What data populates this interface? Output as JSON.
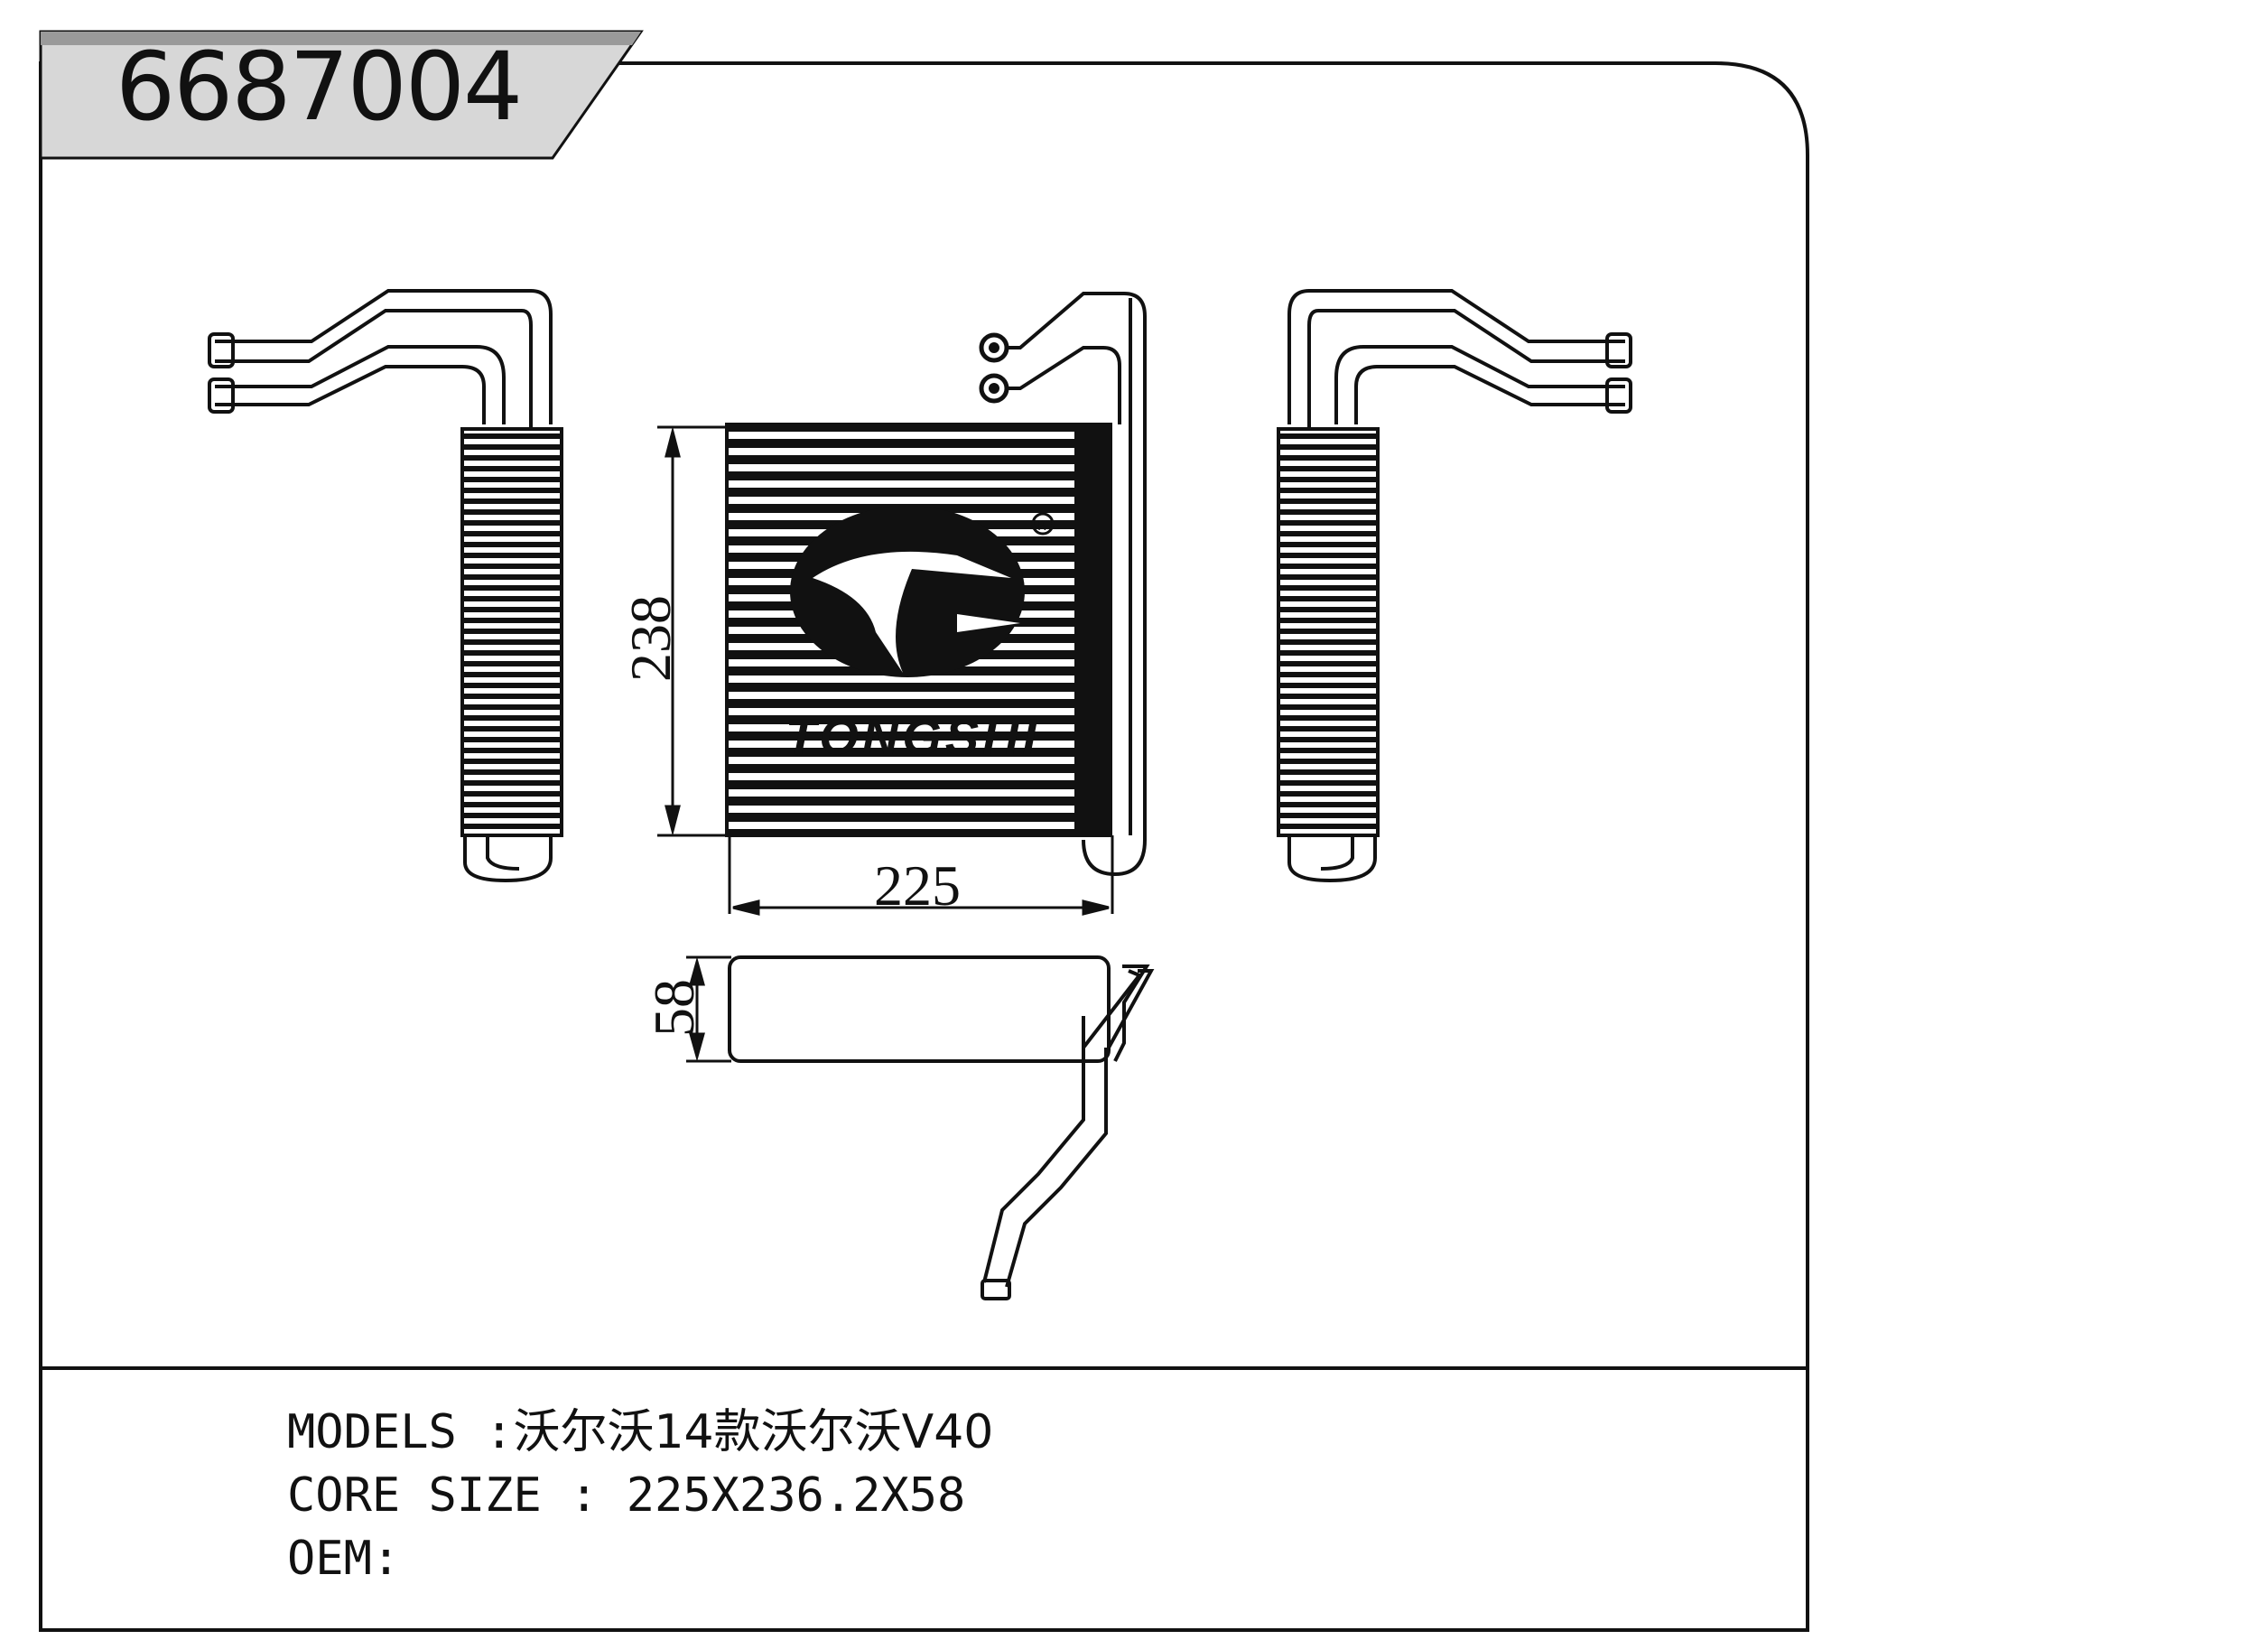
{
  "header": {
    "part_number": "6687004"
  },
  "dimensions": {
    "width": "225",
    "height": "238",
    "depth": "58"
  },
  "logo": {
    "brand_text": "TONGSHI",
    "registered_mark": "R"
  },
  "specs": {
    "models_label": "MODELS :",
    "models_value": "沃尔沃14款沃尔沃V40",
    "core_size_label": "CORE SIZE : ",
    "core_size_value": "225X236.2X58",
    "oem_label": "OEM:",
    "oem_value": ""
  },
  "icons": [
    "brand-logo-icon",
    "registered-mark-icon"
  ]
}
